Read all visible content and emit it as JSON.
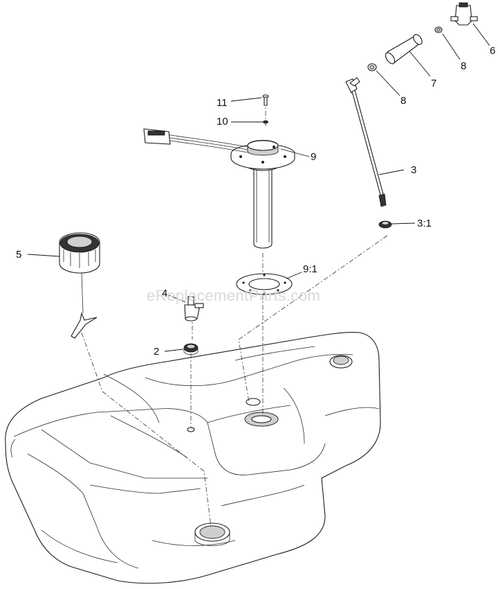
{
  "watermark": "eReplacementParts.com",
  "callouts": {
    "c11": "11",
    "c10": "10",
    "c9": "9",
    "c8a": "8",
    "c8b": "8",
    "c7": "7",
    "c6": "6",
    "c3": "3",
    "c3_1": "3:1",
    "c5": "5",
    "c9_1": "9:1",
    "c4": "4",
    "c2": "2"
  }
}
